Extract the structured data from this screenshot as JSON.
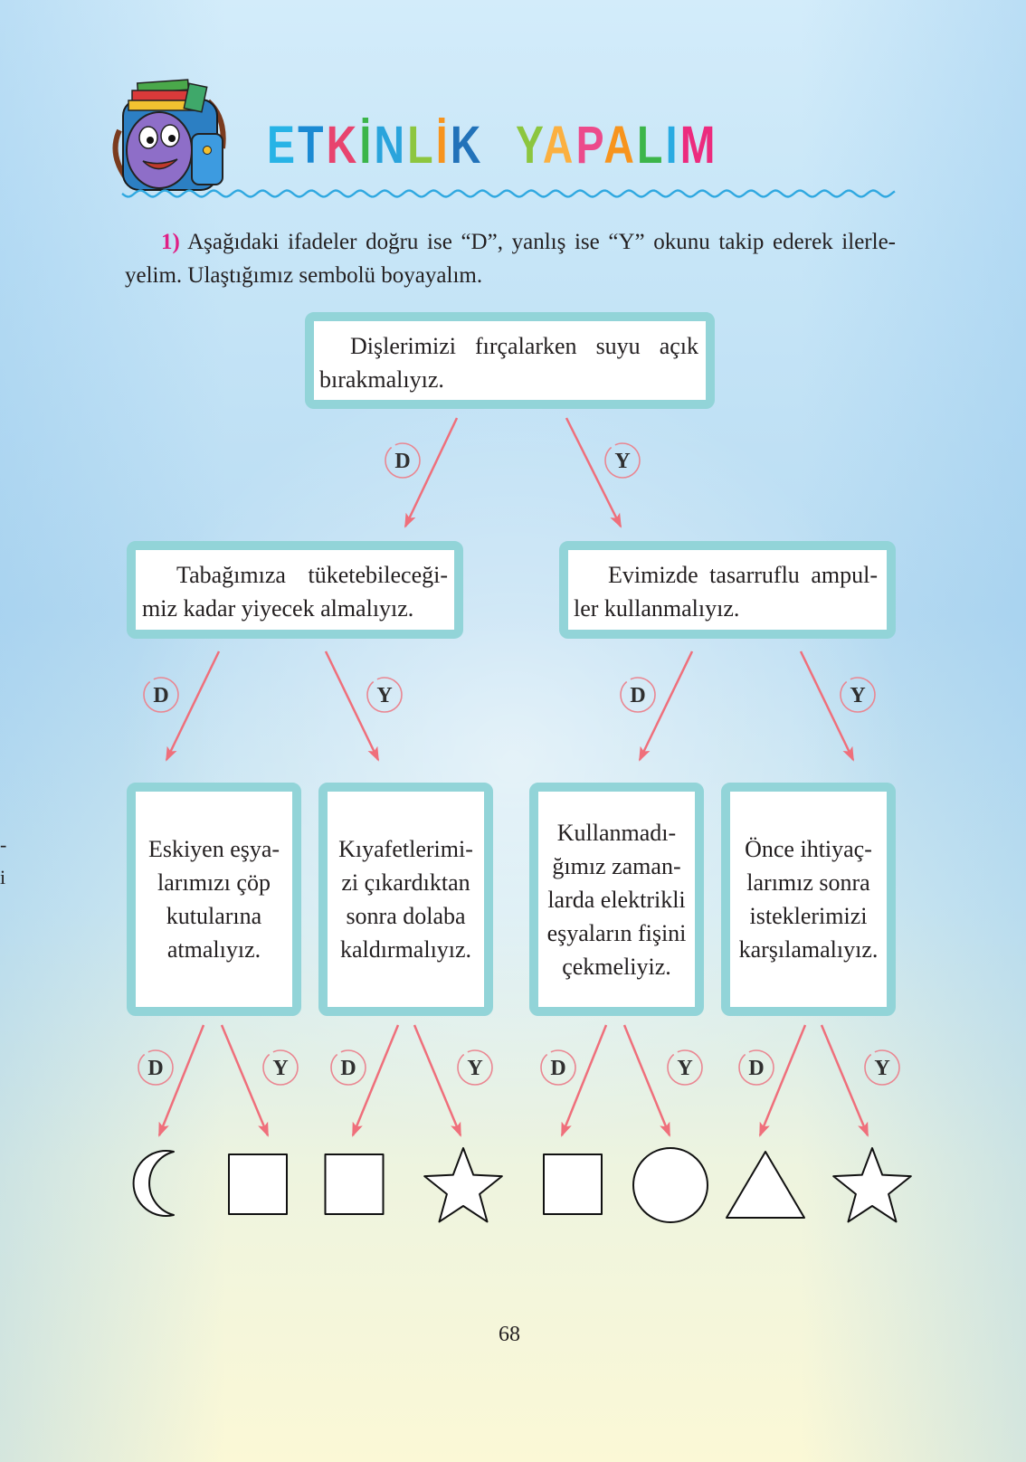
{
  "title": {
    "words": [
      "ETKİNLİK",
      "YAPALIM"
    ],
    "letter_colors": [
      [
        "#27b3e6",
        "#1b8ad3",
        "#e8436e",
        "#3bb54a",
        "#2aa4dc",
        "#8dc63f",
        "#f7941e",
        "#2272b9"
      ],
      [
        "#8cc63f",
        "#fbb040",
        "#ec4b8b",
        "#f7941e",
        "#3cb54a",
        "#29abe2",
        "#ec2b7e"
      ]
    ]
  },
  "question": {
    "number": "1)",
    "line1": "Aşağıdaki ifadeler doğru ise “D”, yanlış ise “Y” okunu takip ederek ilerle-",
    "line2": "yelim. Ulaştığımız sembolü boyayalım."
  },
  "labels": {
    "correct": "D",
    "wrong": "Y"
  },
  "tree": {
    "root": {
      "lines": [
        "Dişlerimizi fırçalarken suyu açık",
        "bırakmalıyız."
      ]
    },
    "level2": [
      {
        "lines": [
          "Tabağımıza tüketebileceği-",
          "miz kadar yiyecek almalıyız."
        ]
      },
      {
        "lines": [
          "Evimizde tasarruflu ampul-",
          "ler kullanmalıyız."
        ]
      }
    ],
    "level3": [
      {
        "lines": [
          "Eskiyen eşya-",
          "larımızı çöp",
          "kutularına",
          "atmalıyız."
        ]
      },
      {
        "lines": [
          "Kıyafetlerimi-",
          "zi çıkardıktan",
          "sonra dolaba",
          "kaldırmalıyız."
        ]
      },
      {
        "lines": [
          "Kullanmadı-",
          "ğımız zaman-",
          "larda elektrikli",
          "eşyaların fişini",
          "çekmeliyiz."
        ]
      },
      {
        "lines": [
          "Önce ihtiyaç-",
          "larımız sonra",
          "isteklerimizi",
          "karşılamalıyız."
        ]
      }
    ]
  },
  "symbols": [
    "crescent",
    "square",
    "square",
    "star",
    "square",
    "circle",
    "triangle",
    "star"
  ],
  "page_number": "68",
  "margin_fragment": [
    "-",
    "i"
  ],
  "icons": {
    "mascot": "backpack-mascot-icon"
  },
  "colors": {
    "box_border": "#92d4d8",
    "arrow": "#ef6f7b",
    "label_ring": "#ea8691",
    "question_number": "#df1f85",
    "wave": "#2fa8e0"
  }
}
